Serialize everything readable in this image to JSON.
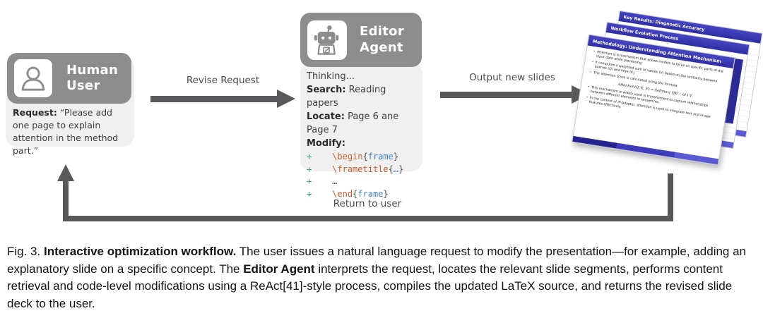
{
  "colors": {
    "box_gray": "#8d8d8d",
    "light_gray": "#f0f0f0",
    "arrow_gray": "#59595b",
    "slide_blue": "#3434ae",
    "code_command": "#c75f2e",
    "code_argument": "#4584c7",
    "code_plus": "#27a85f"
  },
  "human": {
    "title_line1": "Human",
    "title_line2": "User",
    "request_label": "Request:",
    "request_text": " “Please add one page to explain attention in the method part.”"
  },
  "editor": {
    "title_line1": "Editor",
    "title_line2": "Agent",
    "thinking": "Thinking...",
    "search_label": "Search:",
    "search_text": " Reading papers",
    "locate_label": "Locate:",
    "locate_text": " Page 6 ane Page 7",
    "modify_label": "Modify:",
    "code": [
      {
        "plus": "+",
        "indent": "    ",
        "cmd": "\\begin",
        "open": "{",
        "arg": "frame",
        "close": "}"
      },
      {
        "plus": "+",
        "indent": "    ",
        "cmd": "\\frametitle",
        "open": "{",
        "arg": "…",
        "close": "}"
      },
      {
        "plus": "+",
        "indent": "    ",
        "cmd": "",
        "open": "…",
        "arg": "",
        "close": ""
      },
      {
        "plus": "+",
        "indent": "    ",
        "cmd": "\\end",
        "open": "{",
        "arg": "frame",
        "close": "}"
      }
    ]
  },
  "arrows": {
    "revise": "Revise Request",
    "output": "Output new slides",
    "return": "Return to user"
  },
  "slides": {
    "back_title": "Key Results: Diagnostic Accuracy",
    "mid_title": "Workflow Evolution Process",
    "front_title": "Methodology: Understanding Attention Mechanism",
    "bullet1": "Attention is a mechanism that allows models to focus on specific parts of the input data while processing.",
    "bullet2": "It computes a weighted sum of values (V) based on the similarity between queries (Q) and keys (K).",
    "bullet3": "The attention score is calculated using the formula:",
    "formula": "Attention(Q, K, V) = Softmax( QKᵀ ⁄ √d ) V",
    "bullet4": "This mechanism is widely used in transformers to capture relationships between different elements in sequences.",
    "bullet5": "In the context of IP-Adapter, attention is used to integrate text and image features effectively."
  },
  "caption": {
    "p1": "Fig. 3.  ",
    "p2": "Interactive optimization workflow.",
    "p3": " The user issues a natural language request to modify the presentation—for example, adding an explanatory slide on a specific concept. The ",
    "p4": "Editor Agent",
    "p5": " interprets the request, locates the relevant slide segments, performs content retrieval and code-level modifications using a ReAct[41]-style process, compiles the updated LaTeX source, and returns the revised slide deck to the user."
  }
}
